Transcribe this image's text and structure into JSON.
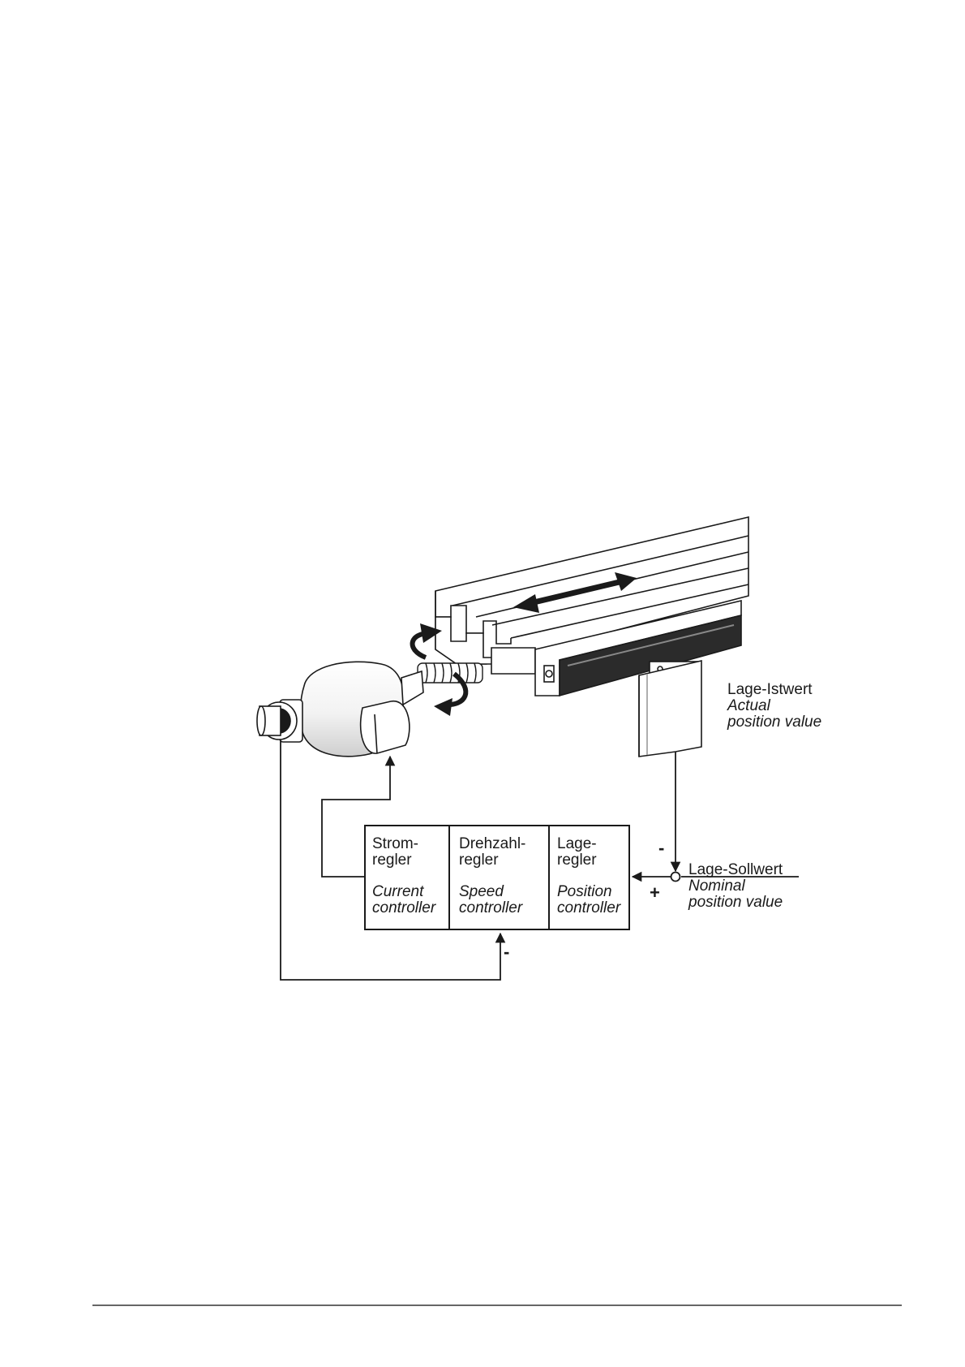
{
  "diagram": {
    "stage_labels": {
      "current_de_1": "Strom-",
      "current_de_2": "regler",
      "current_en_1": "Current",
      "current_en_2": "controller",
      "speed_de_1": "Drehzahl-",
      "speed_de_2": "regler",
      "speed_en_1": "Speed",
      "speed_en_2": "controller",
      "position_de_1": "Lage-",
      "position_de_2": "regler",
      "position_en_1": "Position",
      "position_en_2": "controller"
    },
    "actual_value": {
      "de": "Lage-Istwert",
      "en_1": "Actual",
      "en_2": "position value"
    },
    "nominal_value": {
      "de": "Lage-Sollwert",
      "en_1": "Nominal",
      "en_2": "position value"
    },
    "signs": {
      "minus_top": "-",
      "plus": "+",
      "minus_bottom": "-"
    }
  },
  "colors": {
    "line": "#1a1a1a",
    "shade": "#d9d9d9"
  }
}
